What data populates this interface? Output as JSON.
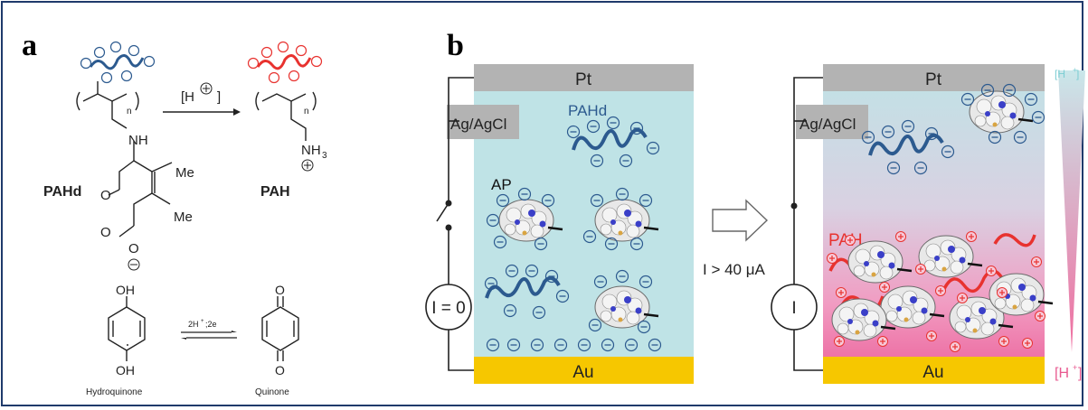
{
  "panel_a": {
    "letter": "a",
    "reagent": "[H",
    "reagent_close": "]",
    "subscript_n": "n",
    "nh": "NH",
    "nh3": "NH",
    "nh3_sub": "3",
    "me1": "Me",
    "me2": "Me",
    "o_label": "O",
    "pahd": "PAHd",
    "pah": "PAH",
    "oh_top": "OH",
    "oh_bottom": "OH",
    "o_top": "O",
    "o_bottom": "O",
    "redox": "2H",
    "redox_rest": ";2e",
    "hydroquinone": "Hydroquinone",
    "quinone": "Quinone"
  },
  "panel_b": {
    "letter": "b",
    "pt_left": "Pt",
    "pt_right": "Pt",
    "au_left": "Au",
    "au_right": "Au",
    "ref_left": "Ag/AgCl",
    "ref_right": "Ag/AgCl",
    "pahd": "PAHd",
    "ap": "AP",
    "pah": "PAH",
    "current_off": "I = 0",
    "current_on": "I",
    "condition": "I > 40 μA",
    "gradient_top": "[H",
    "gradient_bottom": "[H",
    "plus": "+"
  },
  "colors": {
    "frame": "#1f3a6b",
    "electrolyte": "#bfe3e6",
    "acidic": "#ec6ea3",
    "pt": "#b3b3b3",
    "au": "#f6c700",
    "pahd_chain": "#2c5a8f",
    "pah_chain": "#e8322f"
  }
}
